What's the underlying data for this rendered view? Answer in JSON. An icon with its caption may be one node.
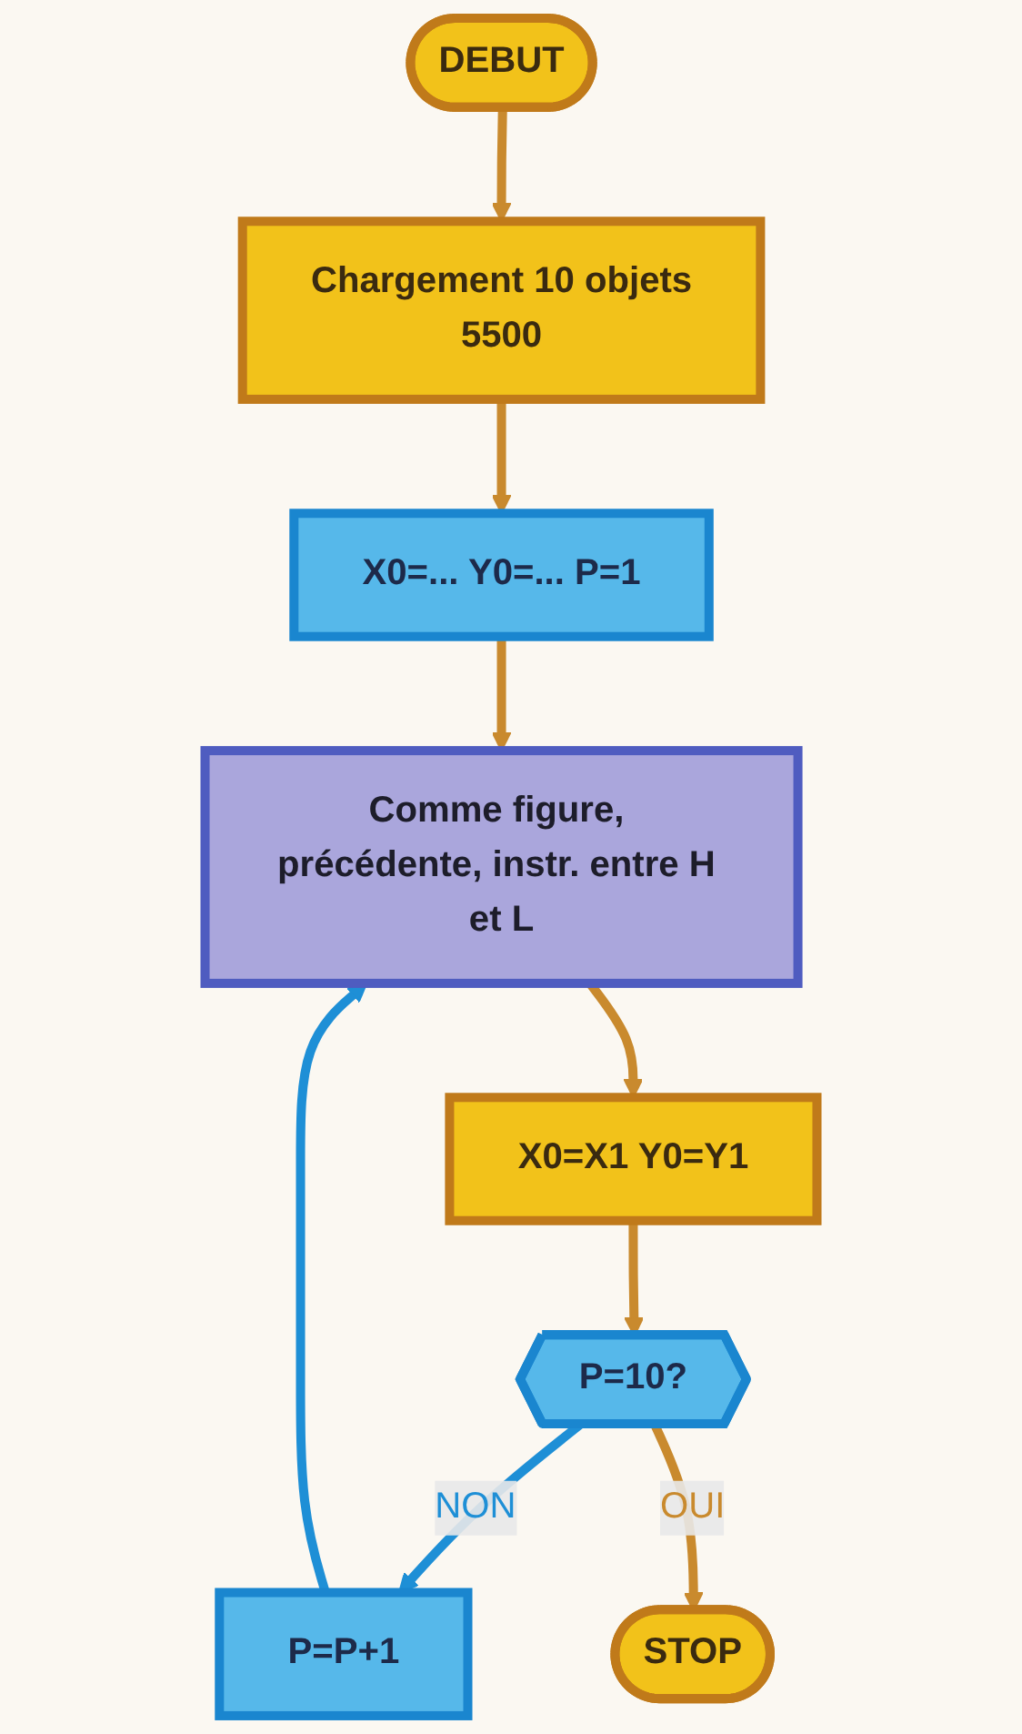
{
  "diagram": {
    "nodes": [
      {
        "text": [
          "DEBUT"
        ]
      },
      {
        "text": [
          "Chargement 10 objets",
          "5500"
        ]
      },
      {
        "text": [
          "X0=... Y0=... P=1"
        ]
      },
      {
        "text": [
          "Comme figure, précédente, instr. entre H et L"
        ]
      },
      {
        "text": [
          "X0=X1 Y0=Y1"
        ]
      },
      {
        "text": [
          "P=10?"
        ]
      },
      {
        "text": [
          "P=P+1"
        ]
      },
      {
        "text": [
          "STOP"
        ]
      }
    ],
    "edges": [
      {
        "from": 0,
        "to": 1,
        "arrow": "to"
      },
      {
        "from": 1,
        "to": 2,
        "arrow": "to"
      },
      {
        "from": 2,
        "to": 3,
        "arrow": "to"
      },
      {
        "from": 3,
        "to": 4,
        "arrow": "to"
      },
      {
        "from": 4,
        "to": 5,
        "arrow": "to"
      },
      {
        "from": 5,
        "to": 6,
        "arrow": "to",
        "label": "NON",
        "color": "#1e8fd6"
      },
      {
        "from": 5,
        "to": 7,
        "arrow": "to",
        "label": "OUI"
      },
      {
        "from": 6,
        "to": 3,
        "arrow": "to",
        "color": "#1e8fd6"
      }
    ]
  }
}
